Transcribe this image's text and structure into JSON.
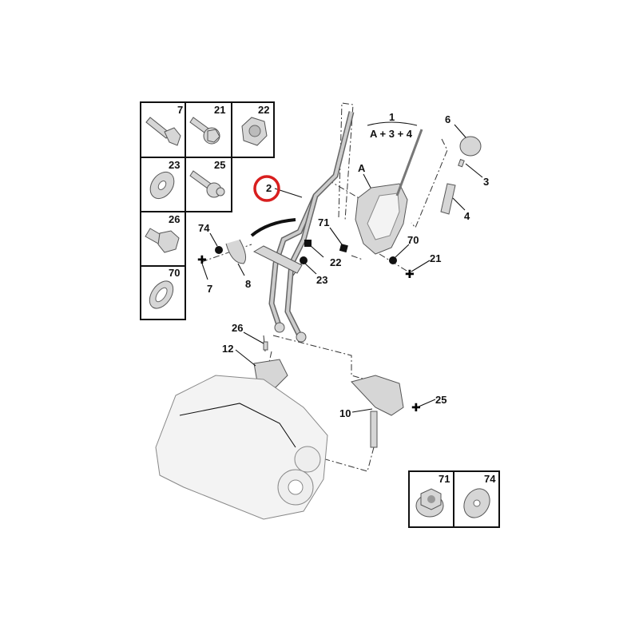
{
  "callouts": {
    "assembly": "1",
    "assembly_formula": "A + 3 + 4",
    "knob": "6",
    "spring": "3",
    "gaiter": "4",
    "housing": "A",
    "cable": "2",
    "nut_71": "71",
    "nut_22": "22",
    "washer_23": "23",
    "washer_70": "70",
    "bolt_21": "21",
    "washer_74": "74",
    "bolt_7": "7",
    "clip": "8",
    "bolt_26": "26",
    "bracket": "12",
    "lever": "10",
    "bolt_25": "25"
  },
  "hardware_boxes": [
    "7",
    "21",
    "22",
    "23",
    "25",
    "26",
    "70"
  ],
  "bottom_boxes": [
    "71",
    "74"
  ],
  "highlight_color": "#d81e1e"
}
